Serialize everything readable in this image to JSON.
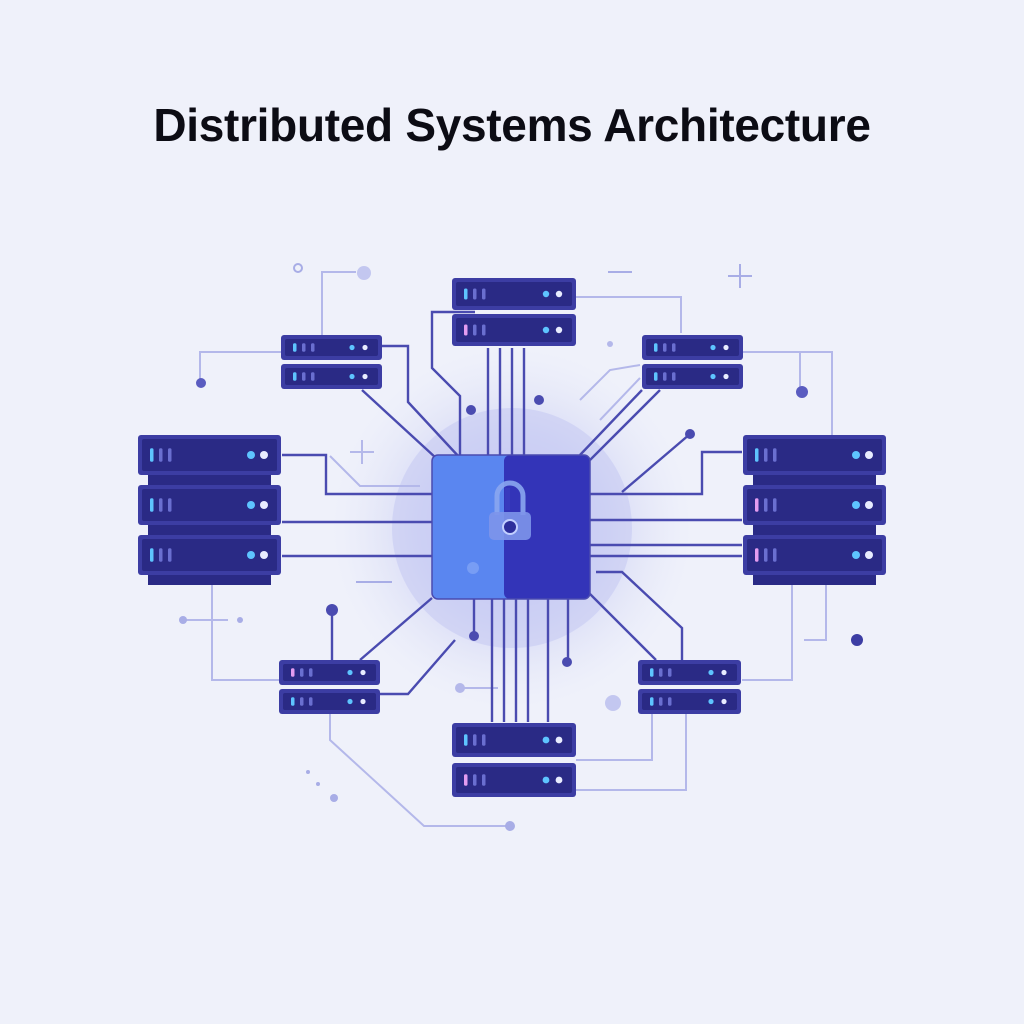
{
  "title": "Distributed Systems Architecture",
  "colors": {
    "background": "#eff1fa",
    "server_body": "#3c3da3",
    "server_inner": "#2a2a85",
    "line_dark": "#4a4bb0",
    "line_light": "#b4b8ea",
    "core_light": "#5a86f0",
    "core_dark": "#3334b8",
    "glow": "#c9ccf3",
    "led_cyan": "#5ec4ff",
    "led_pink": "#e39cf0",
    "led_white": "#e8ecff"
  },
  "icons": {
    "core": "padlock-icon",
    "server": "server-rack-icon"
  },
  "nodes": {
    "core": "central-secure-node",
    "servers": [
      "server-top-center",
      "server-top-left",
      "server-top-right",
      "server-left",
      "server-right",
      "server-bottom-left",
      "server-bottom-right",
      "server-bottom-center"
    ]
  }
}
